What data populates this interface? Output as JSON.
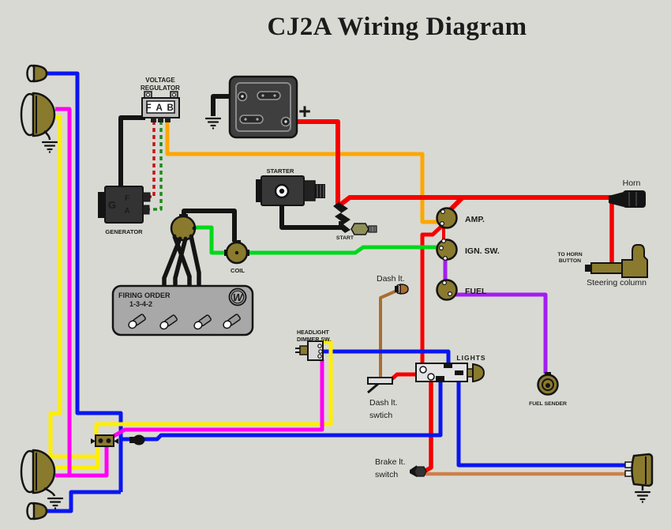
{
  "title": "CJ2A Wiring Diagram",
  "labels": {
    "voltage_regulator_1": "VOLTAGE",
    "voltage_regulator_2": "REGULATOR",
    "regulator_terminals": "F A B",
    "generator": "GENERATOR",
    "generator_g": "G",
    "generator_f": "F",
    "generator_a": "A",
    "battery_plus": "+",
    "starter": "STARTER",
    "start": "START",
    "coil": "COIL",
    "firing_order_1": "FIRING ORDER",
    "firing_order_2": "1-3-4-2",
    "willys_w": "W",
    "amp": "AMP.",
    "ign_sw": "IGN. SW.",
    "fuel": "FUEL",
    "horn": "Horn",
    "to_horn_button_1": "TO HORN",
    "to_horn_button_2": "BUTTON",
    "steering_column": "Steering column",
    "dash_lt": "Dash lt.",
    "headlight_dimmer_1": "HEADLIGHT",
    "headlight_dimmer_2": "DIMMER SW.",
    "dash_lt_switch_1": "Dash lt.",
    "dash_lt_switch_2": "swtich",
    "lights": "LIGHTS",
    "fuel_sender": "FUEL SENDER",
    "brake_lt_switch_1": "Brake lt.",
    "brake_lt_switch_2": "switch"
  },
  "palette": {
    "background": "#d9d9d3",
    "component_olive": "#8a7a2e",
    "wire_red": "#f50000",
    "wire_blue": "#0b16ee",
    "wire_yellow": "#ffee00",
    "wire_magenta": "#ff00f2",
    "wire_bright_green": "#00d81c",
    "wire_dark_green_dashed": "#1d8a1d",
    "wire_dark_red_dashed": "#c41414",
    "wire_orange": "#ffa600",
    "wire_purple": "#a21ff0",
    "wire_brown": "#a86f32",
    "wire_tan": "#cd8049",
    "wire_black": "#141414"
  },
  "components": [
    "parking-light-front",
    "headlight",
    "voltage-regulator",
    "battery",
    "starter",
    "start-switch",
    "generator",
    "distributor",
    "coil",
    "firing-order-block",
    "amp-gauge",
    "ignition-switch-gauge",
    "fuel-gauge",
    "horn",
    "steering-column",
    "dash-light",
    "headlight-dimmer-switch",
    "dash-light-switch",
    "lights-switch",
    "fuel-sender",
    "brake-light-switch",
    "tail-light",
    "parking-light-rear",
    "junction-connector",
    "junction-dot"
  ]
}
